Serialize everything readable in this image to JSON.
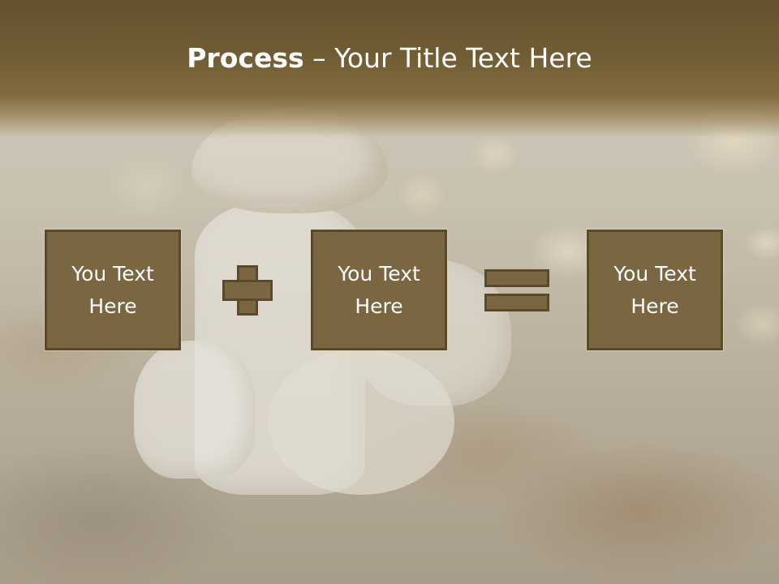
{
  "slide": {
    "title_bold": "Process",
    "title_rest": " – Your Title Text Here",
    "boxes": [
      {
        "label": "You Text Here"
      },
      {
        "label": "You Text Here"
      },
      {
        "label": "You Text Here"
      }
    ],
    "operators": [
      "plus-icon",
      "equals-icon"
    ],
    "colors": {
      "title_band": "#715d34",
      "box_fill": "#7b6642",
      "box_border": "#5a4a2c",
      "text": "#ffffff"
    }
  }
}
